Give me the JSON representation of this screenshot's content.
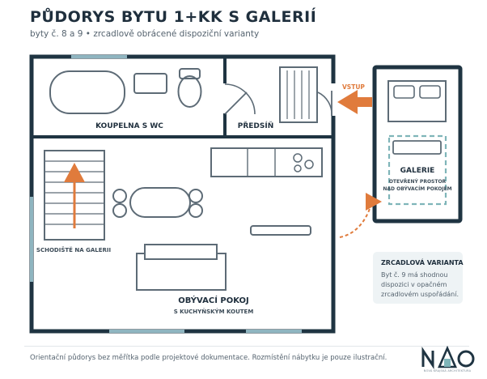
{
  "header": {
    "title": "PŮDORYS BYTU 1+KK S GALERIÍ",
    "subtitle": "byty č. 8 a 9 • zrcadlově obrácené dispoziční varianty"
  },
  "rooms": {
    "bathroom": "KOUPELNA S WC",
    "hallway": "PŘEDSÍŇ",
    "stairs": "SCHODIŠTĚ NA GALERII",
    "living": "OBÝVACÍ POKOJ",
    "living_sub": "S KUCHYŇSKÝM KOUTEM",
    "gallery": "GALERIE",
    "gallery_sub1": "OTEVŘENÝ PROSTOR",
    "gallery_sub2": "NAD OBÝVACÍM POKOJEM"
  },
  "entrance_label": "VSTUP",
  "note": {
    "title": "ZRCADLOVÁ VARIANTA",
    "body": "Byt č. 9 má shodnou dispozici v opačném zrcadlovém uspořádání."
  },
  "footer": "Orientační půdorys bez měřítka podle projektové dokumentace. Rozmístění nábytku je pouze ilustrační.",
  "logo": {
    "text": "NÁO",
    "sub": "NOVÁ KRAJSKÁ ARCHITEKTURA"
  },
  "colors": {
    "wall": "#1f3442",
    "accent": "#e07b3c",
    "window": "#8fb5c0",
    "gallery_dash": "#7fb5b9",
    "furniture": "#5d6b76"
  }
}
